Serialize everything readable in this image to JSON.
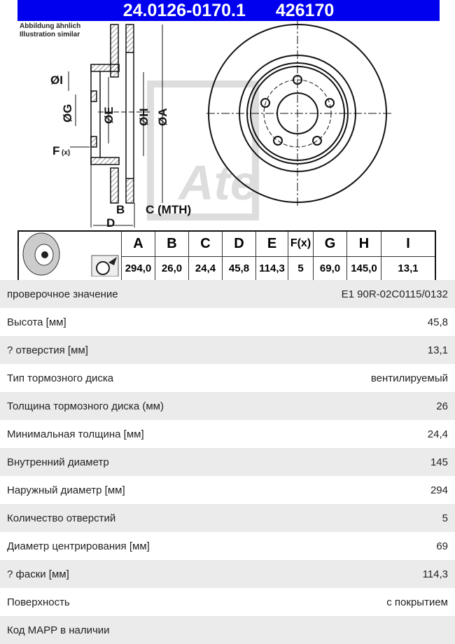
{
  "header": {
    "part_number": "24.0126-0170.1",
    "code": "426170",
    "color": "#0000ee"
  },
  "illustration": {
    "note_line1": "Abbildung ähnlich",
    "note_line2": "Illustration similar",
    "labels": {
      "I": "ØI",
      "G": "ØG",
      "E": "ØE",
      "H": "ØH",
      "A": "ØA",
      "F": "F",
      "Fx": "(x)",
      "B": "B",
      "C": "C (MTH)",
      "D": "D"
    },
    "logo": "Ate"
  },
  "dimensions": {
    "headers": [
      "A",
      "B",
      "C",
      "D",
      "E",
      "F(x)",
      "G",
      "H",
      "I"
    ],
    "values": [
      "294,0",
      "26,0",
      "24,4",
      "45,8",
      "114,3",
      "5",
      "69,0",
      "145,0",
      "13,1"
    ]
  },
  "specs": [
    {
      "label": "проверочное значение",
      "value": "E1 90R-02C0115/0132"
    },
    {
      "label": "Высота [мм]",
      "value": "45,8"
    },
    {
      "label": "? отверстия [мм]",
      "value": "13,1"
    },
    {
      "label": "Тип тормозного диска",
      "value": "вентилируемый"
    },
    {
      "label": "Толщина тормозного диска (мм)",
      "value": "26"
    },
    {
      "label": "Минимальная толщина [мм]",
      "value": "24,4"
    },
    {
      "label": "Внутренний диаметр",
      "value": "145"
    },
    {
      "label": "Наружный диаметр [мм]",
      "value": "294"
    },
    {
      "label": "Количество отверстий",
      "value": "5"
    },
    {
      "label": "Диаметр центрирования [мм]",
      "value": "69"
    },
    {
      "label": "? фаски [мм]",
      "value": "114,3"
    },
    {
      "label": "Поверхность",
      "value": "с покрытием"
    },
    {
      "label": "Код MAPP в наличии",
      "value": ""
    }
  ]
}
